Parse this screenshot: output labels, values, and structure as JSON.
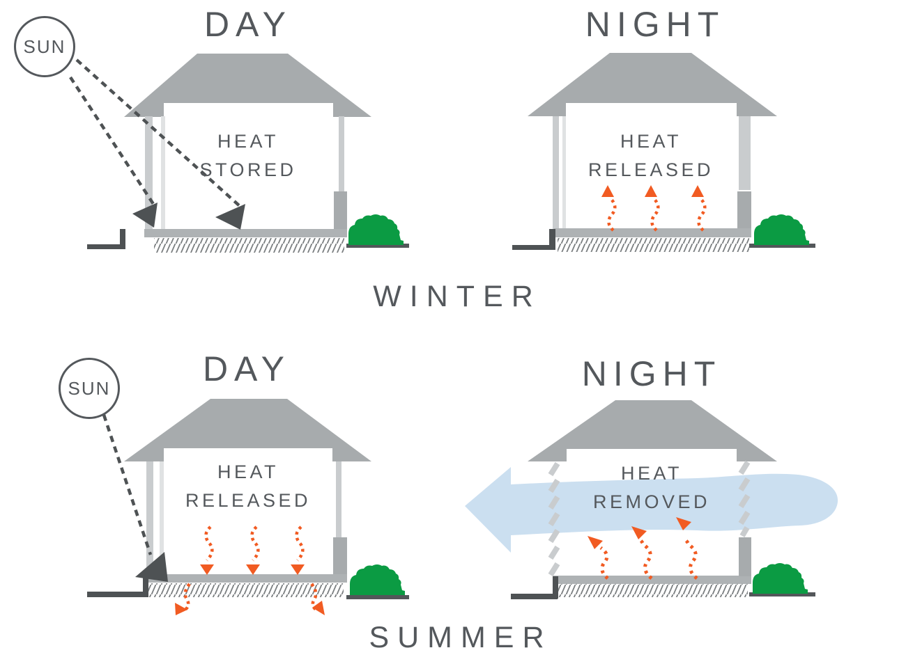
{
  "panels": {
    "winter_day": {
      "title": "DAY",
      "sun": "SUN",
      "label_line1": "HEAT",
      "label_line2": "STORED"
    },
    "winter_night": {
      "title": "NIGHT",
      "label_line1": "HEAT",
      "label_line2": "RELEASED"
    },
    "summer_day": {
      "title": "DAY",
      "sun": "SUN",
      "label_line1": "HEAT",
      "label_line2": "RELEASED"
    },
    "summer_night": {
      "title": "NIGHT",
      "label_line1": "HEAT",
      "label_line2": "REMOVED"
    }
  },
  "seasons": {
    "winter": "WINTER",
    "summer": "SUMMER"
  },
  "colors": {
    "roof_gray": "#a7abad",
    "wall_gray": "#c9ccce",
    "faint_wall_gray": "#e0e2e3",
    "floor_gray": "#aeb2b4",
    "dark_gray": "#4e5254",
    "text_gray": "#54585c",
    "bush_green": "#0b9b43",
    "heat_orange": "#f15b22",
    "breeze_blue": "#cbdff0",
    "hatch_line_gray": "#7b7f81"
  },
  "icons": {
    "sun": "circle-outline-with-sun-text",
    "sun_ray": "dashed-line-with-solid-triangle-head",
    "heat_arrow": "wavy-dotted-orange-arrow",
    "breeze_arrow": "large-left-pointing-light-blue-arrow",
    "bush": "green-shrub",
    "ground": "diagonal-hatch-strip"
  }
}
